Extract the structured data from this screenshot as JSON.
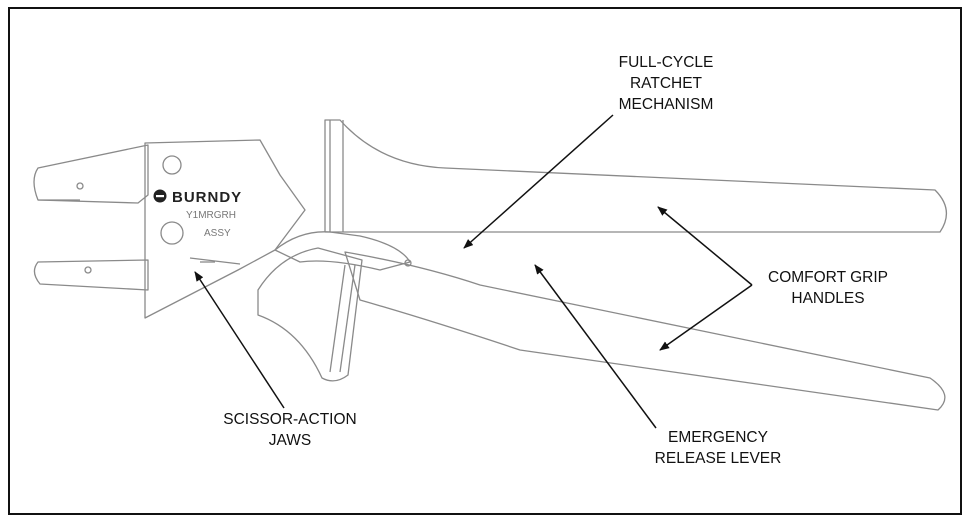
{
  "labels": {
    "ratchet": [
      "FULL-CYCLE",
      "RATCHET",
      "MECHANISM"
    ],
    "grip": [
      "COMFORT GRIP",
      "HANDLES"
    ],
    "jaws": [
      "SCISSOR-ACTION",
      "JAWS"
    ],
    "release": [
      "EMERGENCY",
      "RELEASE LEVER"
    ]
  },
  "tool": {
    "brand": "BURNDY"
  },
  "colors": {
    "line": "#111111",
    "outline": "#8a8a8a",
    "background": "#ffffff"
  }
}
